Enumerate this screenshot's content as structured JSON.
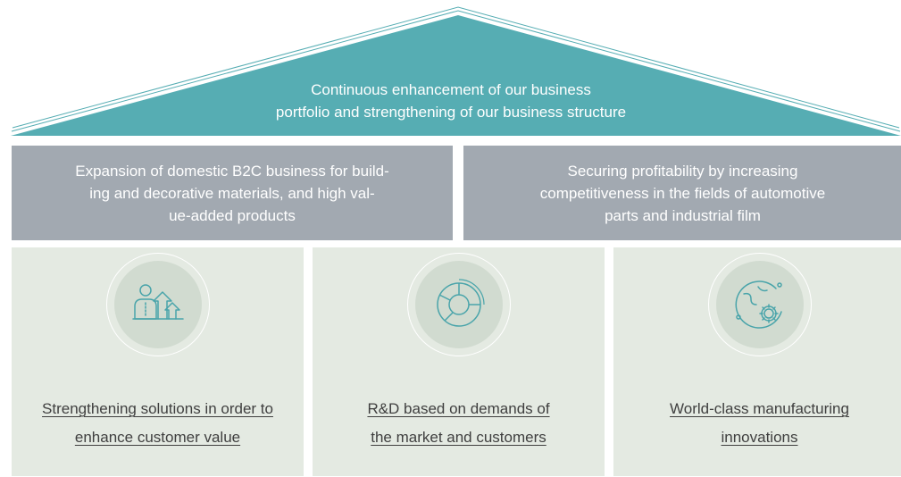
{
  "roof": {
    "line1": "Continuous enhancement of our business",
    "line2": "portfolio and strengthening of our business structure",
    "color": "#56adb3"
  },
  "strategies": [
    {
      "lines": [
        "Expansion of domestic B2C business for build-",
        "ing and decorative materials, and high val-",
        "ue-added products"
      ]
    },
    {
      "lines": [
        "Securing profitability by increasing",
        "competitiveness in the fields of automotive",
        "parts and industrial film"
      ]
    }
  ],
  "pillars": [
    {
      "icon": "person-growth-arrows-icon",
      "lines": [
        "Strengthening solutions in order to",
        "enhance customer value"
      ]
    },
    {
      "icon": "donut-chart-icon",
      "lines": [
        "R&D based on demands of ",
        "the market and customers"
      ]
    },
    {
      "icon": "globe-gear-icon",
      "lines": [
        "World-class manufacturing ",
        "innovations"
      ]
    }
  ],
  "colors": {
    "roof": "#56adb3",
    "strategy_box": "#a2a9b1",
    "pillar_box": "#e4eae2",
    "icon_stroke": "#49a4aa"
  }
}
